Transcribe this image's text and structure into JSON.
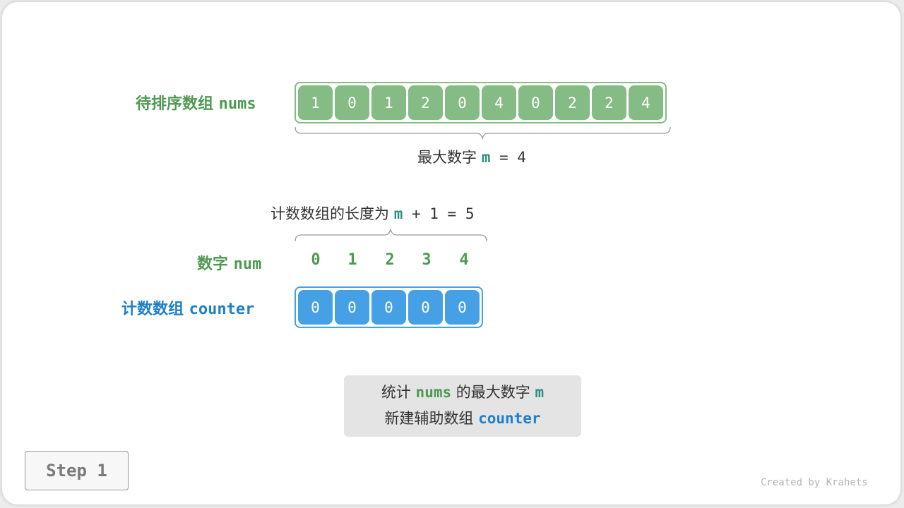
{
  "nums_label": {
    "cn": "待排序数组 ",
    "code": "nums"
  },
  "nums_values": [
    "1",
    "0",
    "1",
    "2",
    "0",
    "4",
    "0",
    "2",
    "2",
    "4"
  ],
  "max_label": {
    "cn": "最大数字 ",
    "var": "m",
    "rest": " = 4"
  },
  "counter_length_label": {
    "cn": "计数数组的长度为 ",
    "var": "m",
    "rest": " + 1 = 5"
  },
  "num_label": {
    "cn": "数字 ",
    "code": "num"
  },
  "num_indices": [
    "0",
    "1",
    "2",
    "3",
    "4"
  ],
  "counter_label": {
    "cn": "计数数组 ",
    "code": "counter"
  },
  "counter_values": [
    "0",
    "0",
    "0",
    "0",
    "0"
  ],
  "note": {
    "line1_a": "统计 ",
    "line1_nums": "nums",
    "line1_b": " 的最大数字 ",
    "line1_m": "m",
    "line2_a": "新建辅助数组 ",
    "line2_counter": "counter"
  },
  "step_label": "Step 1",
  "credit": "Created by Krahets",
  "colors": {
    "green": "#85bb84",
    "blue": "#45a0e6",
    "label_green": "#4e9a52",
    "label_blue": "#1f7fc8",
    "var_teal": "#2e8f82"
  }
}
